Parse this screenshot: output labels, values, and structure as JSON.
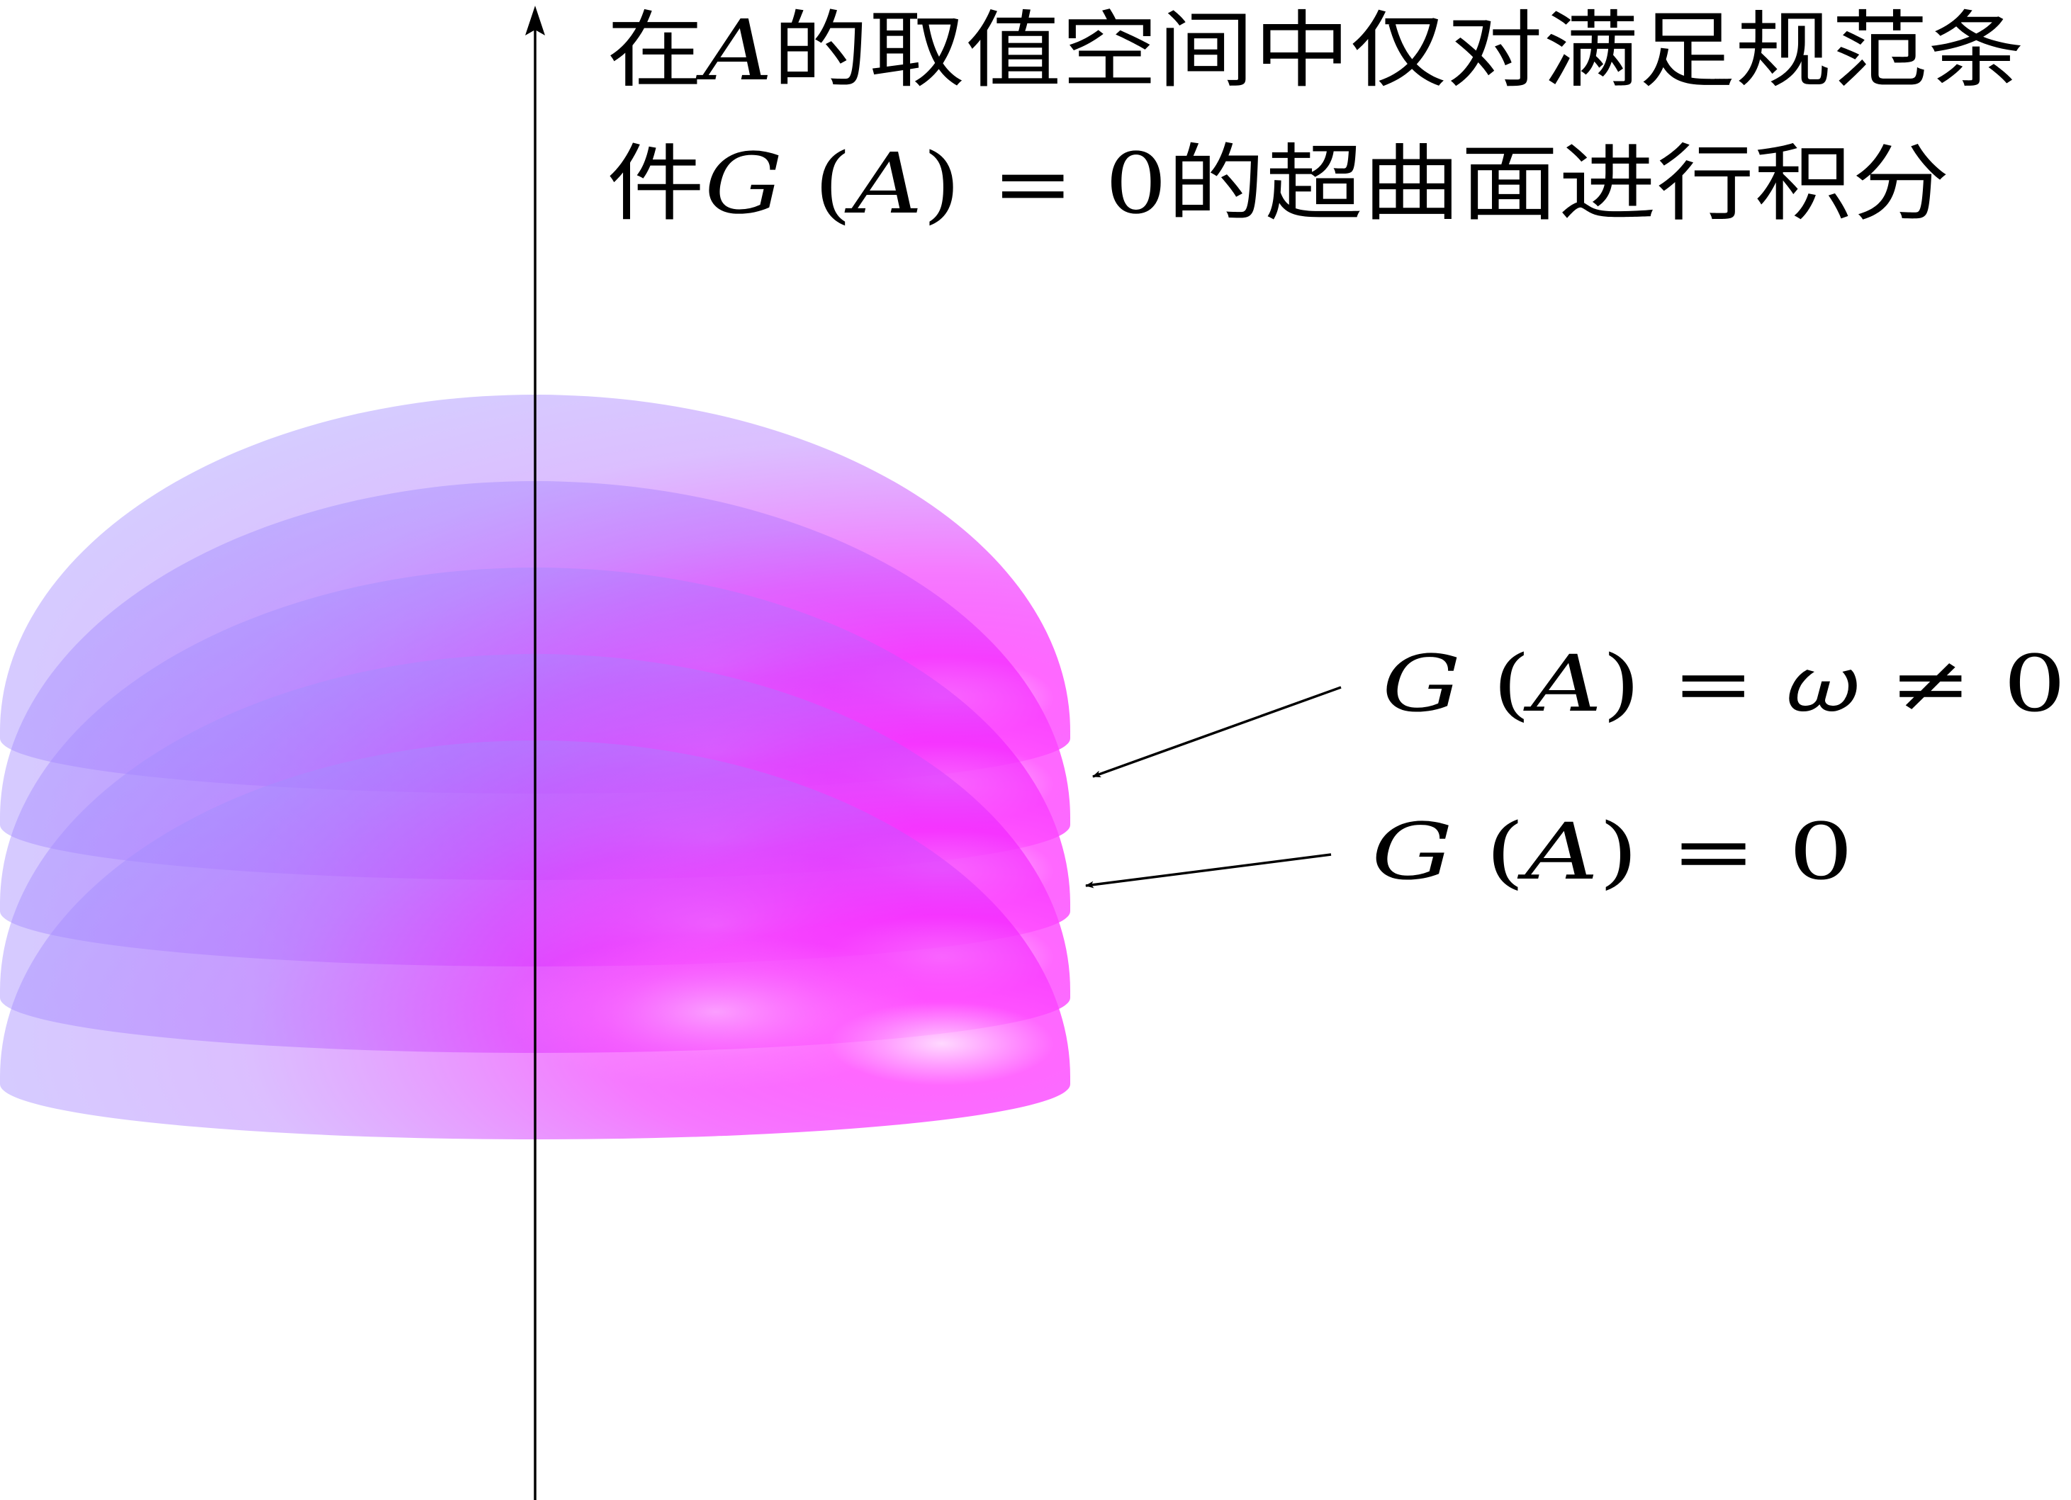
{
  "caption": {
    "line1": "在𝐴的取值空间中仅对满足规范条",
    "line2": "件𝐺 (𝐴) = 0的超曲面进行积分"
  },
  "labels": {
    "upper": "𝐺 (𝐴) = 𝜔 ≠ 0",
    "lower": "𝐺 (𝐴) = 0"
  },
  "layers": {
    "count": 5,
    "colors": {
      "edge": "#a89bff",
      "center": "#ff14ff",
      "highlight": "#ffd4ff"
    }
  }
}
